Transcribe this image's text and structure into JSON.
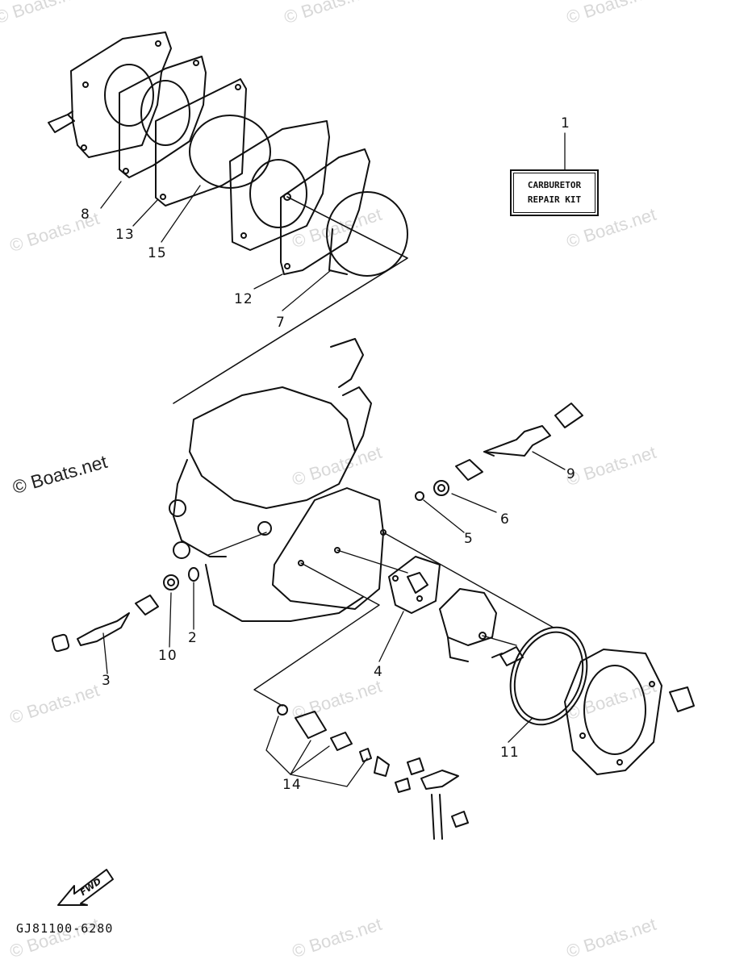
{
  "watermark": {
    "text": "© Boats.net"
  },
  "kit_label": {
    "line1": "CARBURETOR",
    "line2": "REPAIR KIT"
  },
  "callouts": {
    "p1": "1",
    "p2": "2",
    "p3": "3",
    "p4": "4",
    "p5": "5",
    "p6": "6",
    "p7": "7",
    "p8": "8",
    "p9": "9",
    "p10": "10",
    "p11": "11",
    "p12": "12",
    "p13": "13",
    "p14": "14",
    "p15": "15"
  },
  "fwd_label": "FWD",
  "diagram_code": "GJ81100-6280"
}
